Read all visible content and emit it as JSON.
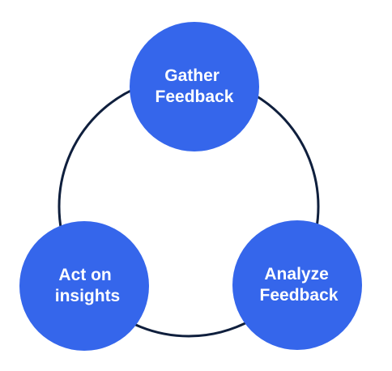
{
  "diagram": {
    "colors": {
      "background": "#ffffff",
      "cycle_ring": "#0f1f3d",
      "node_fill": "#3566eb",
      "node_text": "#ffffff"
    },
    "nodes": [
      {
        "id": "gather",
        "line1": "Gather",
        "line2": "Feedback"
      },
      {
        "id": "analyze",
        "line1": "Analyze",
        "line2": "Feedback"
      },
      {
        "id": "act",
        "line1": "Act on",
        "line2": "insights"
      }
    ]
  }
}
